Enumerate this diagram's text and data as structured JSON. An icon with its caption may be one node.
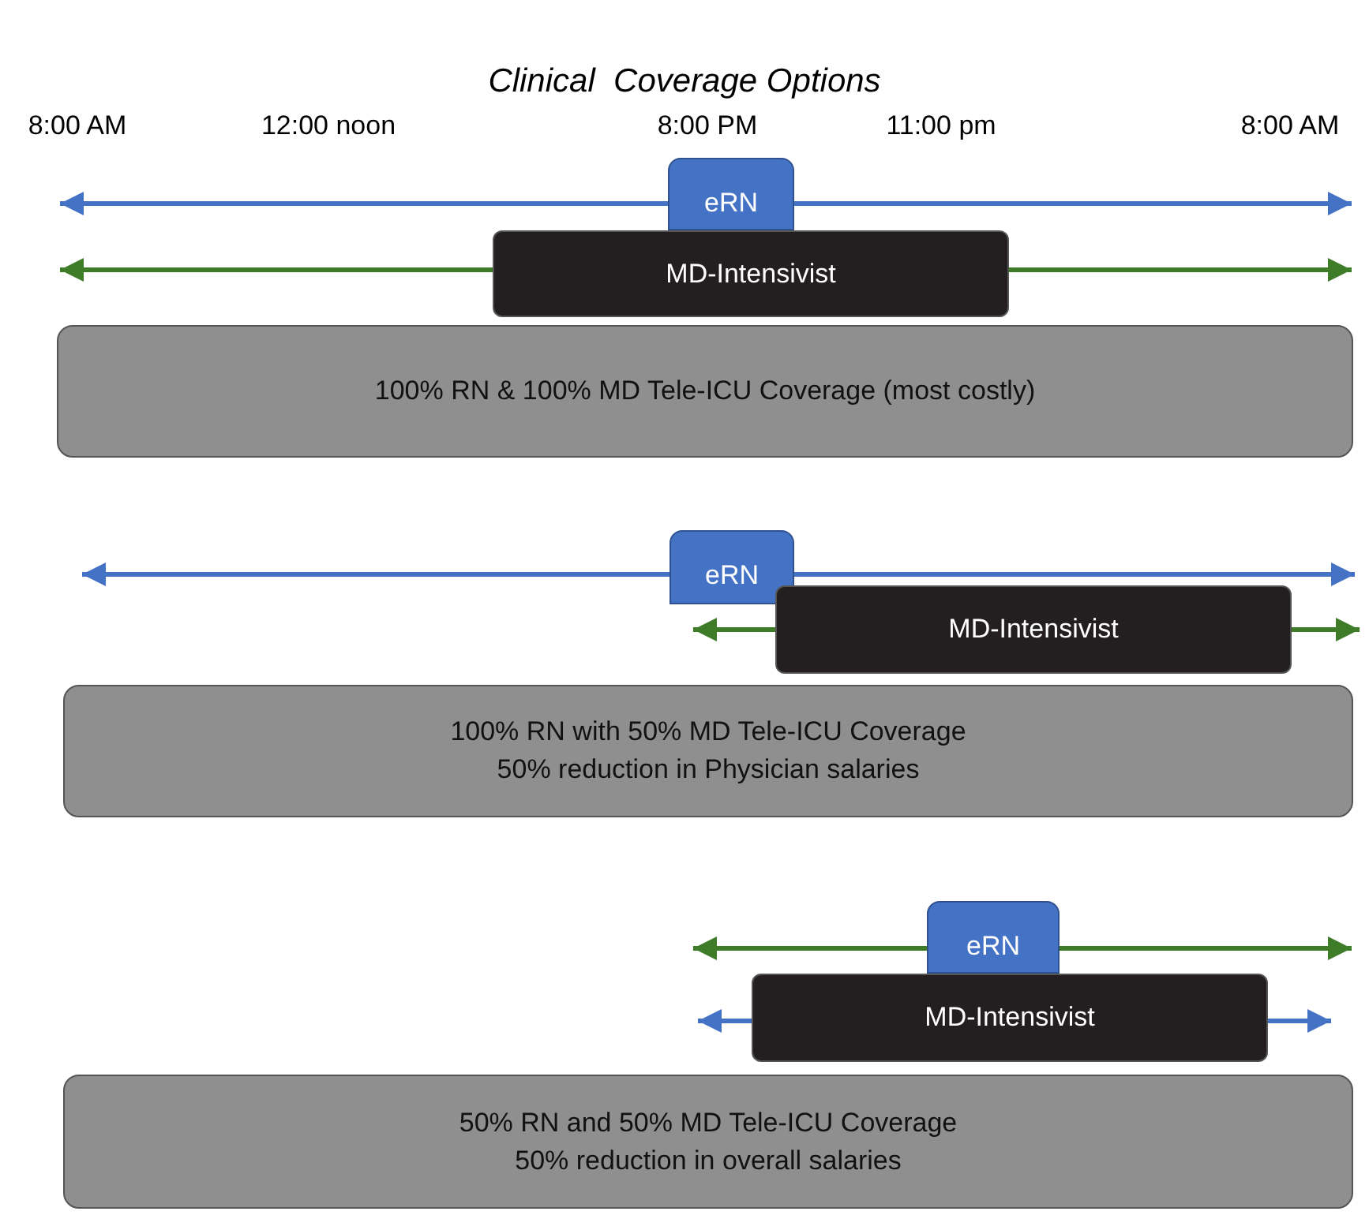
{
  "diagram": {
    "title": "Clinical  Coverage Options",
    "nodes": [
      {
        "text": [
          "eRN"
        ]
      },
      {
        "text": [
          "MD-Intensivist"
        ]
      },
      {
        "text": [
          "100% RN & 100% MD Tele-ICU Coverage (most costly)"
        ]
      },
      {
        "text": [
          "eRN"
        ]
      },
      {
        "text": [
          "MD-Intensivist"
        ]
      },
      {
        "text": [
          "100% RN with 50% MD Tele-ICU Coverage",
          "50% reduction in Physician salaries"
        ]
      },
      {
        "text": [
          "eRN"
        ]
      },
      {
        "text": [
          "MD-Intensivist"
        ]
      },
      {
        "text": [
          "50% RN and 50% MD Tele-ICU Coverage",
          "50% reduction in overall salaries"
        ]
      }
    ],
    "edges": [],
    "labels": [
      "8:00 AM",
      "12:00 noon",
      "8:00 PM",
      "11:00 pm",
      "8:00 AM"
    ]
  }
}
